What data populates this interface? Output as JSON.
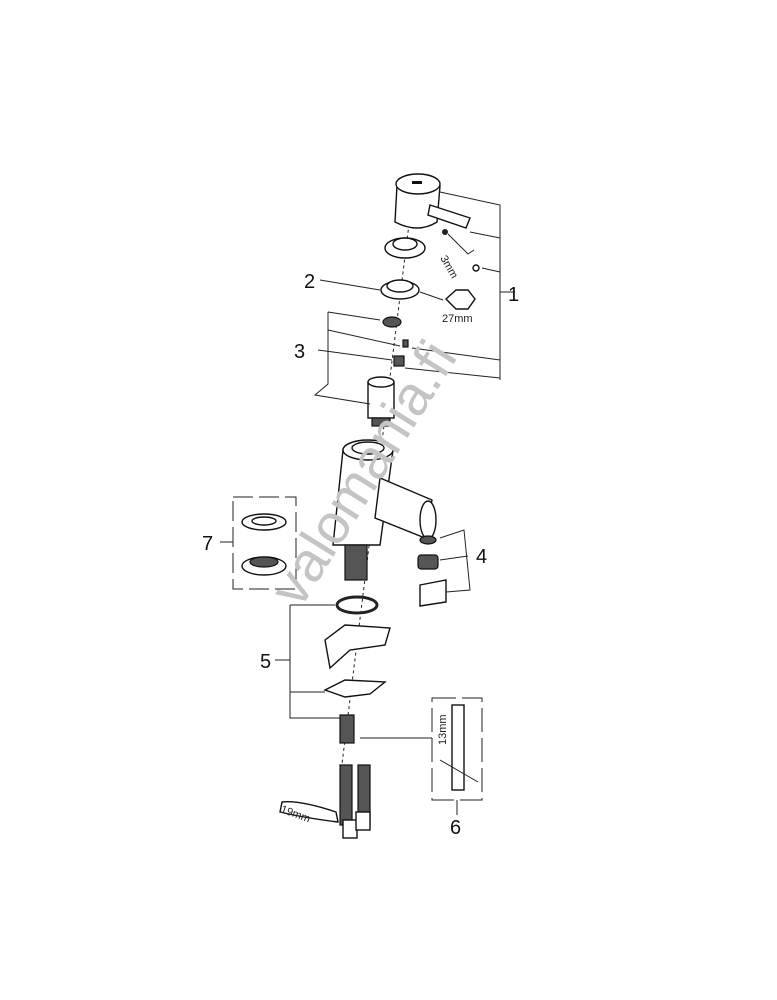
{
  "watermark": "valomania.fi",
  "callouts": {
    "c1": "1",
    "c2": "2",
    "c3": "3",
    "c4": "4",
    "c5": "5",
    "c6": "6",
    "c7": "7"
  },
  "dimensions": {
    "hex_nut": "27mm",
    "hex_key": "3mm",
    "socket_wrench": "13mm",
    "spanner": "19mm"
  }
}
